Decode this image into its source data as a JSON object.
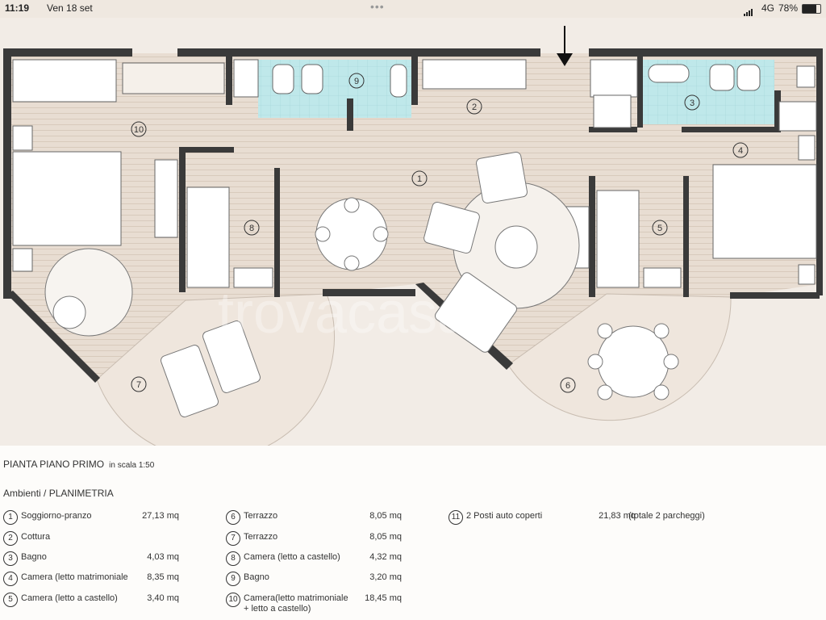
{
  "statusbar": {
    "time": "11:19",
    "date": "Ven 18 set",
    "network": "4G",
    "battery": "78%",
    "battery_level": 0.78
  },
  "watermark": "trovacasa",
  "plan_labels": [
    "1",
    "2",
    "3",
    "4",
    "5",
    "6",
    "7",
    "8",
    "9",
    "10"
  ],
  "legend": {
    "title": "PIANTA PIANO PRIMO",
    "scale": "in scala 1:50",
    "subtitle": "Ambienti / PLANIMETRIA",
    "col1": [
      {
        "num": "1",
        "label": "Soggiorno-pranzo",
        "area": "27,13 mq"
      },
      {
        "num": "2",
        "label": "Cottura",
        "area": ""
      },
      {
        "num": "3",
        "label": "Bagno",
        "area": "4,03 mq"
      },
      {
        "num": "4",
        "label": "Camera (letto matrimoniale",
        "area": "8,35 mq"
      },
      {
        "num": "5",
        "label": "Camera (letto a castello)",
        "area": "3,40 mq"
      }
    ],
    "col2": [
      {
        "num": "6",
        "label": "Terrazzo",
        "area": "8,05 mq",
        "label2": ""
      },
      {
        "num": "7",
        "label": "Terrazzo",
        "area": "8,05 mq",
        "label2": ""
      },
      {
        "num": "8",
        "label": "Camera (letto a castello)",
        "area": "4,32 mq",
        "label2": ""
      },
      {
        "num": "9",
        "label": "Bagno",
        "area": "3,20 mq",
        "label2": ""
      },
      {
        "num": "10",
        "label": "Camera(letto matrimoniale",
        "area": "18,45 mq",
        "label2": "+ letto a castello)"
      }
    ],
    "col3": [
      {
        "num": "11",
        "label": "2 Posti auto coperti",
        "area": "21,83 mq",
        "note": "(totale 2 parcheggi)"
      }
    ]
  }
}
